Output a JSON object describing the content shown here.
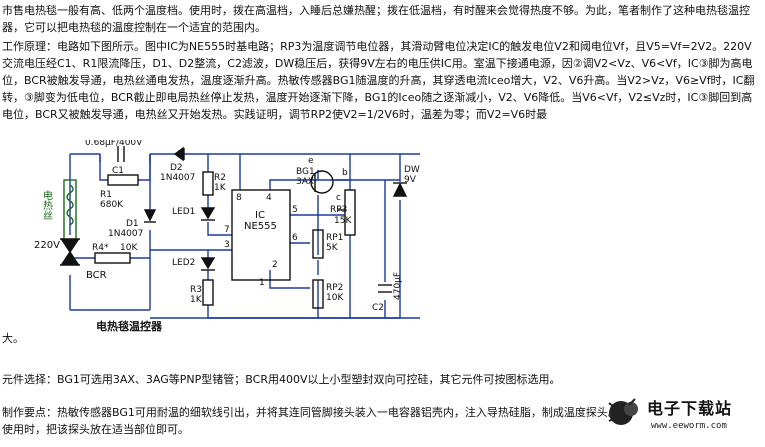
{
  "article": {
    "intro": "市售电热毯一般有高、低两个温度档。使用时，拨在高温档，入睡后总嫌热醒；拨在低温档，有时醒来会觉得热度不够。为此，笔者制作了这种电热毯温控器，它可以把电热毯的温度控制在一个适宜的范围内。",
    "principle": "工作原理：电路如下图所示。图中IC为NE555时基电路；RP3为温度调节电位器，其滑动臂电位决定IC的触发电位V2和阈电位Vf，且V5=Vf=2V2。220V交流电压经C1、R1限流降压，D1、D2整流，C2滤波，DW稳压后，获得9V左右的电压供IC用。室温下接通电源，因②调V2<Vz、V6<Vf，IC③脚为高电位，BCR被触发导通，电热丝通电发热，温度逐渐升高。热敏传感器BG1随温度的升高，其穿透电流Iceo增大，V2、V6升高。当V2>Vz，V6≥Vf时，IC翻转，③脚变为低电位，BCR截止即电局热丝停止发热，温度开始逐渐下降，BG1的Iceo随之逐渐减小，V2、V6降低。当V6<Vf，V2≤Vz时，IC③脚回到高电位，BCR又被触发导通，电热丝又开始发热。实践证明，调节RP2使V2=1/2V6时，温差为零；而V2=V6时最",
    "da": "大。",
    "components": "元件选择：BG1可选用3AX、3AG等PNP型锗管；BCR用400V以上小型塑封双向可控硅，其它元件可按图标选用。",
    "making": "制作要点：热敏传感器BG1可用耐温的细软线引出，并将其连同管脚接头装入一电容器铝壳内，注入导热硅脂，制成温度探头。使用时，把该探头放在适当部位即可。"
  },
  "circuit": {
    "caption": "电热毯温控器",
    "labels": {
      "c1_value": "0.68μF/400V",
      "c1": "C1",
      "r1": "R1",
      "r1_value": "680K",
      "d2": "D2",
      "d2_value": "1N4007",
      "r2": "R2",
      "r2_value": "1K",
      "d1": "D1",
      "d1_value": "1N4007",
      "led1": "LED1",
      "led2": "LED2",
      "r3": "R3",
      "r3_value": "1K",
      "ic": "IC",
      "ic_value": "NE555",
      "pin8": "8",
      "pin4": "4",
      "pin7": "7",
      "pin3": "3",
      "pin5": "5",
      "pin6": "6",
      "pin2": "2",
      "pin1": "1",
      "bg1": "BG1",
      "bg1_value": "3AX",
      "bg1_e": "e",
      "bg1_c": "c",
      "bg1_b": "b",
      "rp3": "RP3",
      "rp3_value": "15K",
      "rp1": "RP1",
      "rp1_value": "5K",
      "rp2": "RP2",
      "rp2_value": "10K",
      "dw": "DW",
      "dw_value": "9V",
      "c2": "C2",
      "c2_value": "470μF",
      "r4": "R4*",
      "r4_value": "10K",
      "heater": "电热丝",
      "voltage": "220V",
      "bcr": "BCR"
    },
    "colors": {
      "wire": "#1a3aa0",
      "component": "#111111",
      "caption": "#111111",
      "heater": "#1a6a1a"
    }
  },
  "watermark": {
    "site_name": "电子下载站",
    "url": "www.eeworm.com"
  }
}
